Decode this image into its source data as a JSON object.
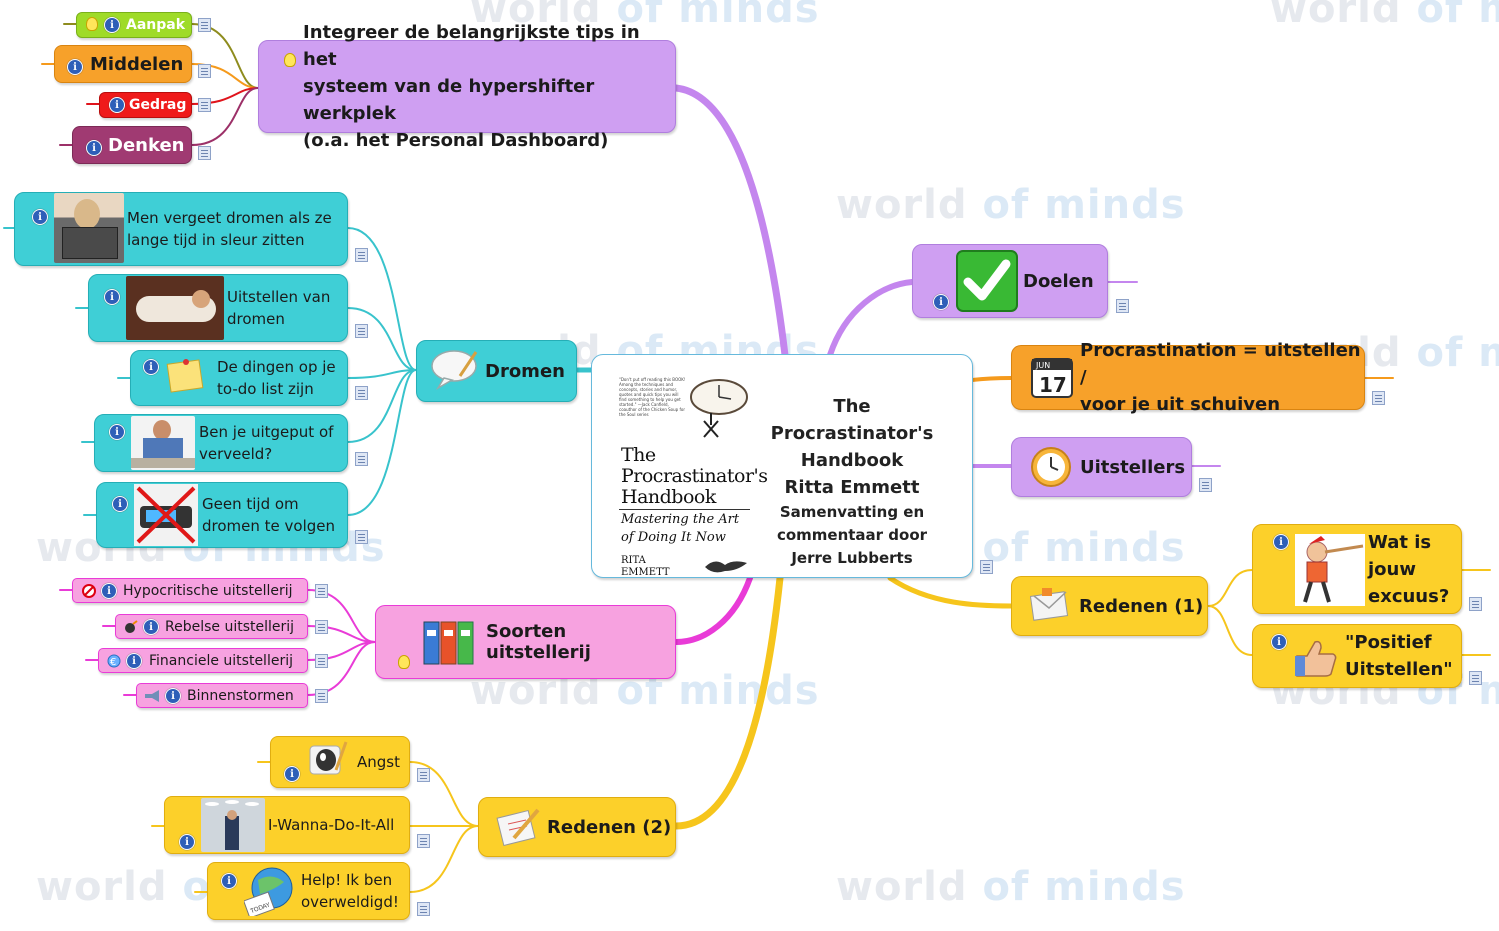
{
  "watermark": {
    "part1": "world ",
    "part2": "of minds"
  },
  "center": {
    "book_blurb": "\"Don't put off reading this BOOK! Among the techniques and concepts, stories and humor, quotes and quick tips you will find something to help you get started.\" —Jack Canfield, coauthor of the Chicken Soup for the Soul series",
    "book_title_line1": "The",
    "book_title_line2": "Procrastinator's",
    "book_title_line3": "Handbook",
    "book_subtitle_line1": "Mastering the Art",
    "book_subtitle_line2": "of Doing It Now",
    "book_author_line1": "RITA",
    "book_author_line2": "EMMETT",
    "line1": "The Procrastinator's",
    "line2": "Handbook",
    "line3": "Ritta Emmett",
    "line4": "Samenvatting en",
    "line5": "commentaar door",
    "line6": "Jerre Lubberts"
  },
  "nodes": {
    "integreer": {
      "line1": "Integreer de belangrijkste tips in het",
      "line2": "systeem van de hypershifter werkplek",
      "line3": "(o.a. het Personal Dashboard)"
    },
    "aanpak": "Aanpak",
    "middelen": "Middelen",
    "gedrag": "Gedrag",
    "denken": "Denken",
    "dromen": "Dromen",
    "dromen_children": [
      {
        "line1": "Men vergeet dromen als ze",
        "line2": "lange tijd in sleur zitten"
      },
      {
        "line1": "Uitstellen van",
        "line2": "dromen"
      },
      {
        "line1": "De dingen op je",
        "line2": "to-do list zijn"
      },
      {
        "line1": "Ben je uitgeput of",
        "line2": "verveeld?"
      },
      {
        "line1": "Geen tijd om",
        "line2": "dromen te volgen"
      }
    ],
    "soorten": "Soorten uitstellerij",
    "soorten_children": [
      "Hypocritische uitstellerij",
      "Rebelse uitstellerij",
      "Financiele uitstellerij",
      "Binnenstormen"
    ],
    "redenen2": "Redenen (2)",
    "redenen2_children": [
      {
        "line1": "Angst",
        "line2": ""
      },
      {
        "line1": "I-Wanna-Do-It-All",
        "line2": ""
      },
      {
        "line1": "Help! Ik ben",
        "line2": "overweldigd!"
      }
    ],
    "doelen": "Doelen",
    "procrastination": {
      "line1": "Procrastination = uitstellen /",
      "line2": "voor je uit schuiven"
    },
    "calendar_month": "JUN",
    "calendar_day": "17",
    "uitstellers": "Uitstellers",
    "redenen1": "Redenen (1)",
    "wat_is": {
      "line1": "Wat is",
      "line2": "jouw",
      "line3": "excuus?"
    },
    "positief": {
      "line1": "\"Positief",
      "line2": "Uitstellen\""
    },
    "today_label": "TODAY"
  },
  "colors": {
    "purple": "#cf9ff2",
    "purple_line": "#c486ee",
    "teal": "#3fcfd6",
    "teal_line": "#38c3cc",
    "pink": "#f7a2e0",
    "pink_line": "#e93bd7",
    "yellow": "#fcd02a",
    "yellow_line": "#f6c51c",
    "orange": "#f7a12a",
    "orange_line": "#f59a1c"
  }
}
